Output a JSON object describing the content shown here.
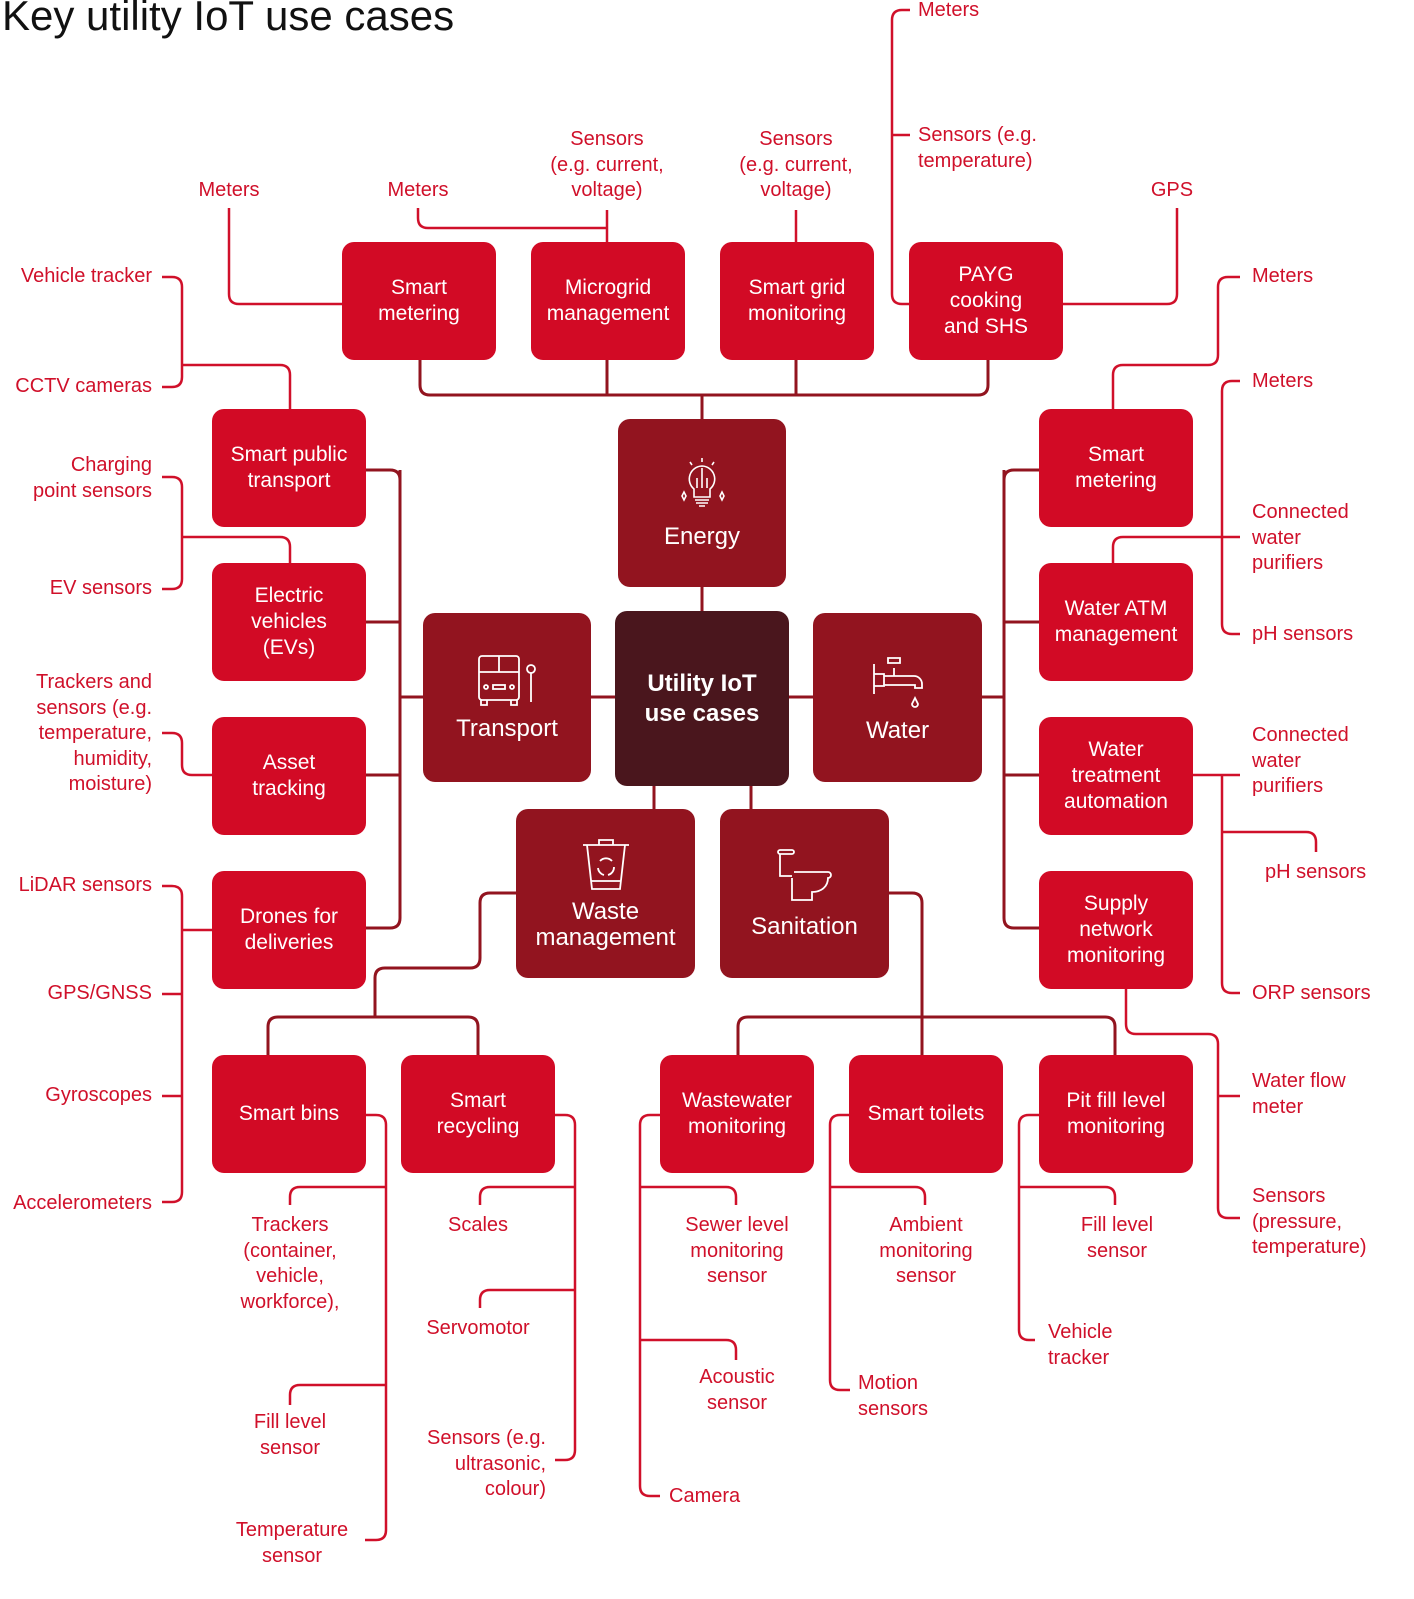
{
  "title": "Key utility IoT use cases",
  "center": "Utility IoT\nuse cases",
  "categories": {
    "energy": {
      "label": "Energy",
      "icon": "lightbulb-icon"
    },
    "transport": {
      "label": "Transport",
      "icon": "bus-icon"
    },
    "water": {
      "label": "Water",
      "icon": "faucet-icon"
    },
    "waste": {
      "label": "Waste\nmanagement",
      "icon": "recycle-bin-icon"
    },
    "sanitation": {
      "label": "Sanitation",
      "icon": "toilet-icon"
    }
  },
  "energy": [
    {
      "label": "Smart\nmetering",
      "sensors": [
        "Meters"
      ]
    },
    {
      "label": "Microgrid\nmanagement",
      "sensors": [
        "Meters",
        "Sensors\n(e.g. current,\nvoltage)"
      ]
    },
    {
      "label": "Smart grid\nmonitoring",
      "sensors": [
        "Sensors\n(e.g. current,\nvoltage)"
      ]
    },
    {
      "label": "PAYG\ncooking\nand SHS",
      "sensors": [
        "Meters",
        "Sensors (e.g.\ntemperature)",
        "GPS"
      ]
    }
  ],
  "transport": [
    {
      "label": "Smart public\ntransport",
      "sensors": [
        "Vehicle tracker",
        "CCTV cameras"
      ]
    },
    {
      "label": "Electric\nvehicles\n(EVs)",
      "sensors": [
        "Charging\npoint sensors",
        "EV sensors"
      ]
    },
    {
      "label": "Asset\ntracking",
      "sensors": [
        "Trackers and\nsensors (e.g.\ntemperature,\nhumidity,\nmoisture)"
      ]
    },
    {
      "label": "Drones for\ndeliveries",
      "sensors": [
        "LiDAR sensors",
        "GPS/GNSS",
        "Gyroscopes",
        "Accelerometers"
      ]
    }
  ],
  "water": [
    {
      "label": "Smart\nmetering",
      "sensors": [
        "Meters"
      ]
    },
    {
      "label": "Water ATM\nmanagement",
      "sensors": [
        "Meters",
        "Connected\nwater\npurifiers",
        "pH sensors"
      ]
    },
    {
      "label": "Water\ntreatment\nautomation",
      "sensors": [
        "Connected\nwater\npurifiers",
        "pH sensors",
        "ORP sensors"
      ]
    },
    {
      "label": "Supply\nnetwork\nmonitoring",
      "sensors": [
        "Water flow\nmeter",
        "Sensors\n(pressure,\ntemperature)"
      ]
    }
  ],
  "waste": [
    {
      "label": "Smart bins",
      "sensors": [
        "Trackers\n(container,\nvehicle,\nworkforce),",
        "Fill level\nsensor",
        "Temperature\nsensor"
      ]
    },
    {
      "label": "Smart\nrecycling",
      "sensors": [
        "Scales",
        "Servomotor",
        "Sensors (e.g.\nultrasonic,\ncolour)"
      ]
    }
  ],
  "sanitation": [
    {
      "label": "Wastewater\nmonitoring",
      "sensors": [
        "Sewer level\nmonitoring\nsensor",
        "Acoustic\nsensor",
        "Camera"
      ]
    },
    {
      "label": "Smart toilets",
      "sensors": [
        "Ambient\nmonitoring\nsensor",
        "Motion\nsensors"
      ]
    },
    {
      "label": "Pit fill level\nmonitoring",
      "sensors": [
        "Fill level\nsensor",
        "Vehicle\ntracker"
      ]
    }
  ],
  "colors": {
    "sub": "#d20a25",
    "category": "#92141f",
    "center": "#4a161d",
    "text": "#d0102a"
  }
}
